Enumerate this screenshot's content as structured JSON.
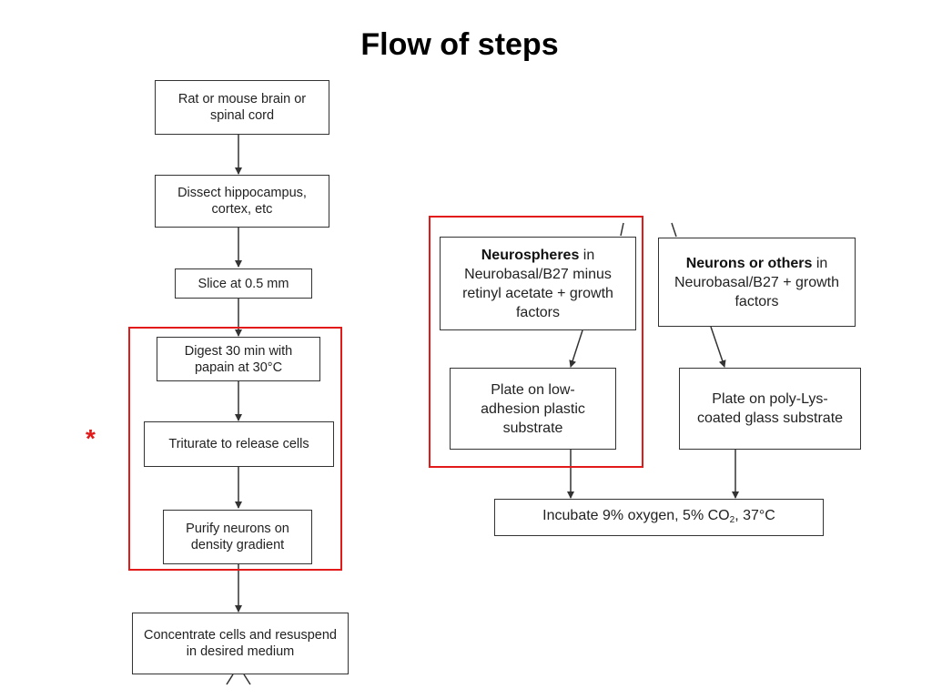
{
  "title": "Flow of steps",
  "asterisk": "*",
  "left_column": {
    "step1": "Rat or mouse brain or spinal cord",
    "step2": "Dissect hippocampus, cortex, etc",
    "step3": "Slice at 0.5 mm",
    "step4": "Digest 30 min with papain at 30°C",
    "step5": "Triturate to release cells",
    "step6": "Purify neurons on density gradient",
    "step7": "Concentrate cells and resuspend in desired medium"
  },
  "right_column": {
    "neurospheres_bold": "Neurospheres",
    "neurospheres_rest": "in Neurobasal/B27 minus retinyl acetate + growth factors",
    "neurons_bold": "Neurons or others",
    "neurons_rest": "in Neurobasal/B27 + growth factors",
    "plate_low": "Plate on low-adhesion plastic substrate",
    "plate_poly": "Plate on poly-Lys-coated glass substrate",
    "incubate_prefix": "Incubate 9% oxygen, 5% CO",
    "incubate_sub": "2",
    "incubate_suffix": ", 37°C"
  },
  "colors": {
    "highlight": "#e21a1a",
    "box_border": "#333333",
    "arrow": "#333333"
  }
}
